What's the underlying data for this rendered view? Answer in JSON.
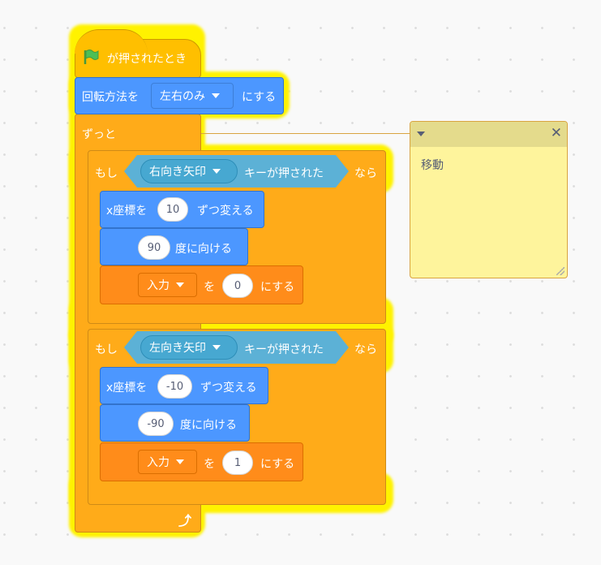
{
  "workspace": {
    "script": {
      "hat": {
        "icon": "green-flag-icon",
        "label": "が押されたとき"
      },
      "rotation_style": {
        "prefix": "回転方法を",
        "value": "左右のみ",
        "suffix": "にする"
      },
      "forever": {
        "label": "ずっと",
        "loop_icon": "loop-arrow-icon"
      },
      "if_blocks": [
        {
          "if_label": "もし",
          "then_label": "なら",
          "condition": {
            "key": "右向き矢印",
            "suffix": "キーが押された"
          },
          "change_x": {
            "prefix": "x座標を",
            "value": "10",
            "suffix": "ずつ変える"
          },
          "point_direction": {
            "value": "90",
            "suffix": "度に向ける"
          },
          "set_var": {
            "var": "入力",
            "mid": "を",
            "value": "0",
            "suffix": "にする"
          }
        },
        {
          "if_label": "もし",
          "then_label": "なら",
          "condition": {
            "key": "左向き矢印",
            "suffix": "キーが押された"
          },
          "change_x": {
            "prefix": "x座標を",
            "value": "-10",
            "suffix": "ずつ変える"
          },
          "point_direction": {
            "value": "-90",
            "suffix": "度に向ける"
          },
          "set_var": {
            "var": "入力",
            "mid": "を",
            "value": "1",
            "suffix": "にする"
          }
        }
      ]
    },
    "comment": {
      "text": "移動",
      "collapse_icon": "caret-down-icon",
      "close_icon": "close-icon"
    }
  },
  "colors": {
    "events": "#ffbf00",
    "control": "#ffab19",
    "motion": "#4c97ff",
    "data": "#ff8c1a",
    "sensing": "#5cb1d6",
    "glow": "#fff200",
    "comment": "#fef49c"
  }
}
